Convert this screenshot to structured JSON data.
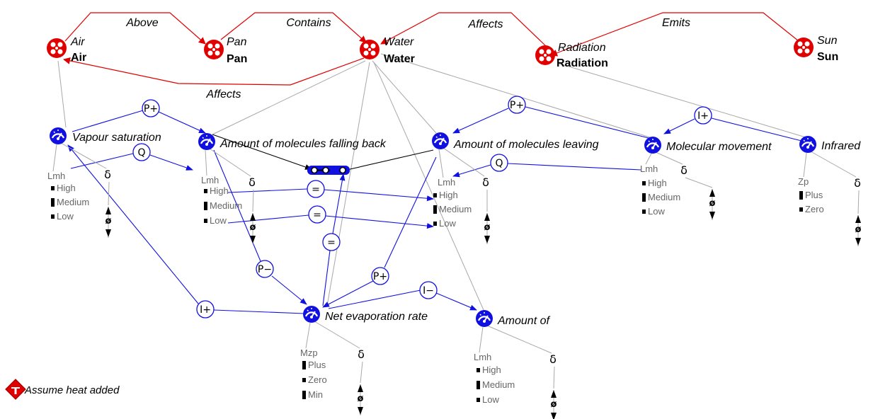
{
  "entities": [
    {
      "italic": "Air",
      "bold": "Air",
      "icon": "entity-icon"
    },
    {
      "italic": "Pan",
      "bold": "Pan",
      "icon": "entity-icon"
    },
    {
      "italic": "Water",
      "bold": "Water",
      "icon": "entity-icon"
    },
    {
      "italic": "Radiation",
      "bold": "Radiation",
      "icon": "entity-icon"
    },
    {
      "italic": "Sun",
      "bold": "Sun",
      "icon": "entity-icon"
    }
  ],
  "relations": [
    "Above",
    "Contains",
    "Affects",
    "Emits",
    "Affects"
  ],
  "quantities": [
    {
      "name": "Vapour saturation",
      "space": "Lmh",
      "values": [
        "High",
        "Medium",
        "Low"
      ],
      "derivative": "δ",
      "zero": "ø"
    },
    {
      "name": "Amount of molecules falling back",
      "space": "Lmh",
      "values": [
        "High",
        "Medium",
        "Low"
      ],
      "derivative": "δ",
      "zero": "ø"
    },
    {
      "name": "Amount of molecules leaving",
      "space": "Lmh",
      "values": [
        "High",
        "Medium",
        "Low"
      ],
      "derivative": "δ",
      "zero": "ø"
    },
    {
      "name": "Molecular movement",
      "space": "Lmh",
      "values": [
        "High",
        "Medium",
        "Low"
      ],
      "derivative": "δ",
      "zero": "ø"
    },
    {
      "name": "Infrared",
      "space": "Zp",
      "values": [
        "Plus",
        "Zero"
      ],
      "derivative": "δ",
      "zero": "ø"
    },
    {
      "name": "Net evaporation rate",
      "space": "Mzp",
      "values": [
        "Plus",
        "Zero",
        "Min"
      ],
      "derivative": "δ",
      "zero": "ø"
    },
    {
      "name": "Amount of",
      "space": "Lmh",
      "values": [
        "High",
        "Medium",
        "Low"
      ],
      "derivative": "δ",
      "zero": "ø"
    }
  ],
  "dependencies": [
    "P+",
    "Q",
    "P+",
    "I+",
    "Q",
    "=",
    "=",
    "=",
    "P−",
    "P+",
    "I+",
    "I−"
  ],
  "assumption": "Assume heat added",
  "colors": {
    "entity": "#e00000",
    "quantity": "#1010e0",
    "structure": "#a8a8a8",
    "assumption": "#e00000"
  }
}
